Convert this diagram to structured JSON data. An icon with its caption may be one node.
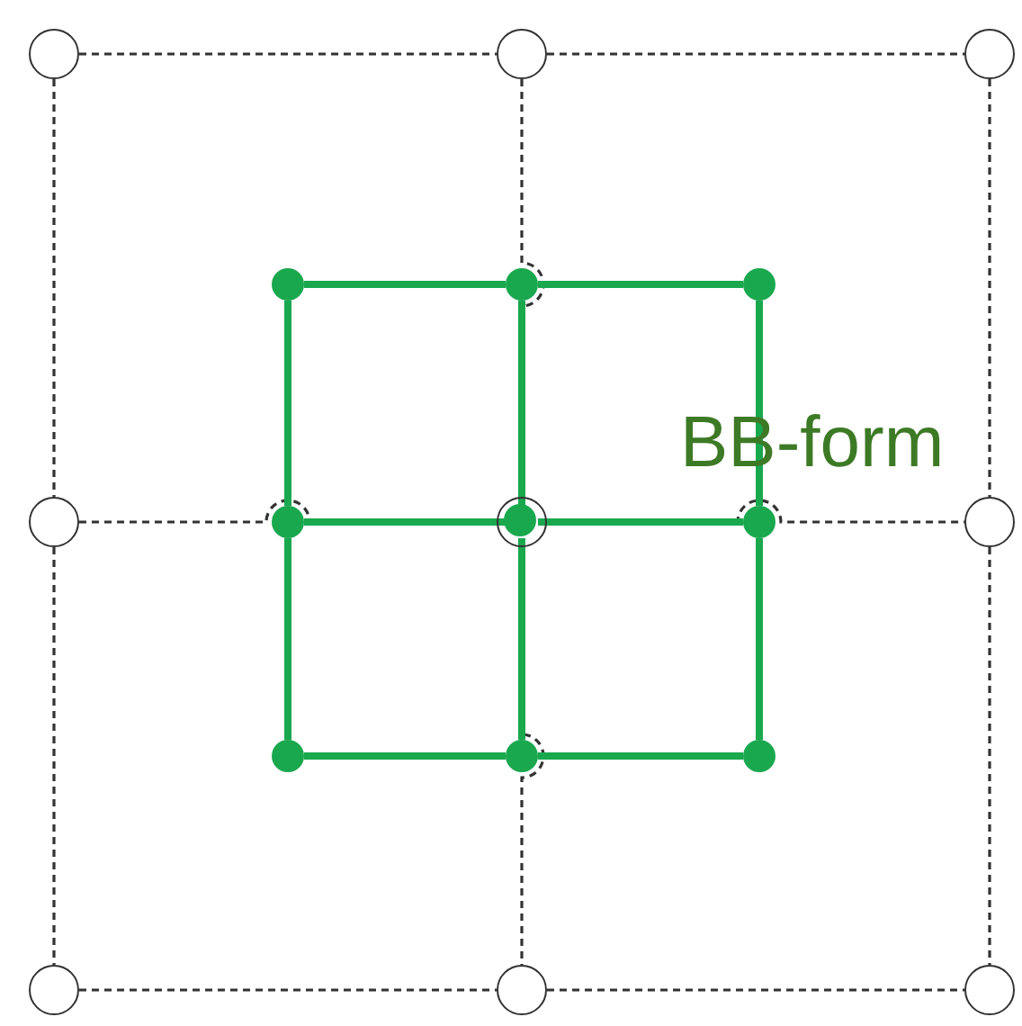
{
  "diagram": {
    "nodes": [
      {
        "text": [],
        "shape": "circle"
      },
      {
        "text": [],
        "shape": "circle"
      },
      {
        "text": [],
        "shape": "circle"
      },
      {
        "text": [],
        "shape": "circle"
      },
      {
        "text": [],
        "shape": "circle"
      },
      {
        "text": [],
        "shape": "circle"
      },
      {
        "text": [],
        "shape": "circle"
      },
      {
        "text": [],
        "shape": "circle"
      },
      {
        "text": [],
        "shape": "circle"
      },
      {
        "text": [],
        "shape": "dot"
      },
      {
        "text": [],
        "shape": "dot"
      },
      {
        "text": [],
        "shape": "dot"
      },
      {
        "text": [],
        "shape": "dot"
      },
      {
        "text": [],
        "shape": "dot",
        "in": 4
      },
      {
        "text": [],
        "shape": "dot"
      },
      {
        "text": [],
        "shape": "dot"
      },
      {
        "text": [],
        "shape": "dot"
      },
      {
        "text": [],
        "shape": "dot"
      }
    ],
    "edges": [
      {
        "from": 0,
        "to": 1,
        "arrow": "none",
        "style": "dashed"
      },
      {
        "from": 1,
        "to": 2,
        "arrow": "none",
        "style": "dashed"
      },
      {
        "from": 3,
        "to": 4,
        "arrow": "none",
        "style": "dashed"
      },
      {
        "from": 4,
        "to": 5,
        "arrow": "none",
        "style": "dashed"
      },
      {
        "from": 6,
        "to": 7,
        "arrow": "none",
        "style": "dashed"
      },
      {
        "from": 7,
        "to": 8,
        "arrow": "none",
        "style": "dashed"
      },
      {
        "from": 0,
        "to": 3,
        "arrow": "none",
        "style": "dashed"
      },
      {
        "from": 3,
        "to": 6,
        "arrow": "none",
        "style": "dashed"
      },
      {
        "from": 1,
        "to": 4,
        "arrow": "none",
        "style": "dashed"
      },
      {
        "from": 4,
        "to": 7,
        "arrow": "none",
        "style": "dashed"
      },
      {
        "from": 2,
        "to": 5,
        "arrow": "none",
        "style": "dashed"
      },
      {
        "from": 5,
        "to": 8,
        "arrow": "none",
        "style": "dashed"
      },
      {
        "from": 9,
        "to": 10,
        "arrow": "none",
        "style": "thick",
        "color": "#1aa84f"
      },
      {
        "from": 10,
        "to": 11,
        "arrow": "none",
        "style": "thick",
        "color": "#1aa84f"
      },
      {
        "from": 12,
        "to": 13,
        "arrow": "none",
        "style": "thick",
        "color": "#1aa84f"
      },
      {
        "from": 13,
        "to": 14,
        "arrow": "none",
        "style": "thick",
        "color": "#1aa84f"
      },
      {
        "from": 15,
        "to": 16,
        "arrow": "none",
        "style": "thick",
        "color": "#1aa84f"
      },
      {
        "from": 16,
        "to": 17,
        "arrow": "none",
        "style": "thick",
        "color": "#1aa84f"
      },
      {
        "from": 9,
        "to": 12,
        "arrow": "none",
        "style": "thick",
        "color": "#1aa84f"
      },
      {
        "from": 12,
        "to": 15,
        "arrow": "none",
        "style": "thick",
        "color": "#1aa84f"
      },
      {
        "from": 10,
        "to": 13,
        "arrow": "none",
        "style": "thick",
        "color": "#1aa84f"
      },
      {
        "from": 13,
        "to": 16,
        "arrow": "none",
        "style": "thick",
        "color": "#1aa84f"
      },
      {
        "from": 11,
        "to": 14,
        "arrow": "none",
        "style": "thick",
        "color": "#1aa84f"
      },
      {
        "from": 14,
        "to": 17,
        "arrow": "none",
        "style": "thick",
        "color": "#1aa84f"
      }
    ],
    "labels": [
      "BB-form"
    ]
  }
}
